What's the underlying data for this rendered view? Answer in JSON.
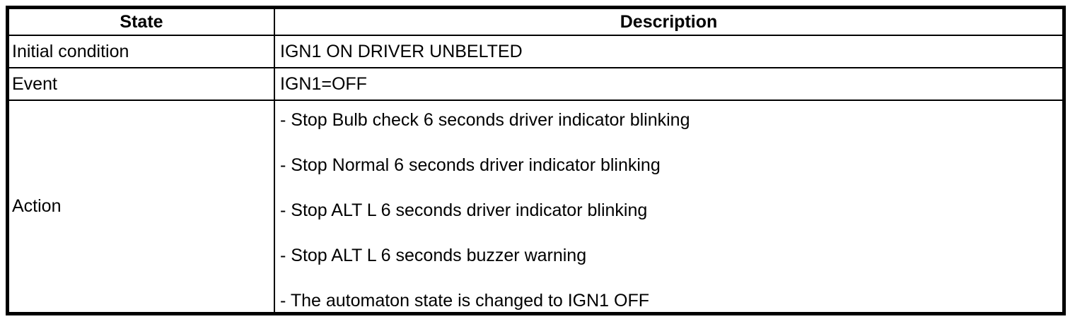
{
  "page": {
    "background_color": "#ffffff",
    "border_color": "#000000",
    "text_color": "#000000"
  },
  "table": {
    "headers": {
      "state": "State",
      "description": "Description"
    },
    "rows": [
      {
        "state": "Initial condition",
        "description": "IGN1 ON DRIVER UNBELTED"
      },
      {
        "state": "Event",
        "description": "IGN1=OFF"
      },
      {
        "state": "Action",
        "items": [
          "- Stop Bulb check 6 seconds driver indicator blinking",
          "- Stop Normal 6 seconds driver indicator blinking",
          "- Stop ALT L 6 seconds driver indicator blinking",
          "- Stop ALT L 6 seconds buzzer warning",
          "- The automaton state is changed to IGN1 OFF"
        ]
      }
    ]
  }
}
